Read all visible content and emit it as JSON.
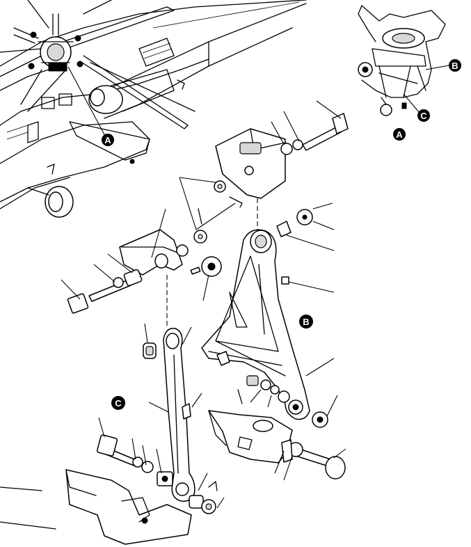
{
  "callouts": {
    "a_main": "A",
    "a_detail": "A",
    "b_detail": "B",
    "b_main": "B",
    "c_detail": "C",
    "c_main": "C"
  }
}
